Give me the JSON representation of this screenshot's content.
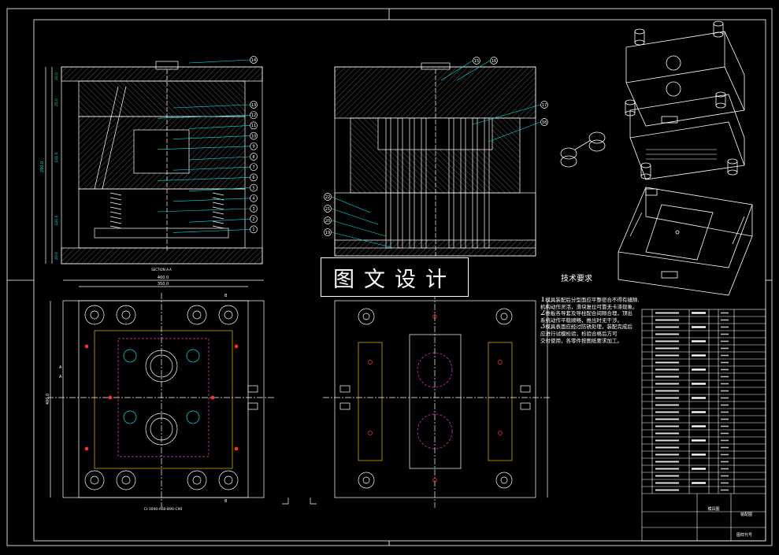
{
  "sheet": {
    "background": "#000000",
    "line_color": "#ffffff",
    "accent_cyan": "#00e5e5",
    "accent_magenta": "#ff33cc",
    "accent_yellow": "#e0c000",
    "accent_red": "#ff3030"
  },
  "watermark": {
    "text": "图文设计"
  },
  "section_view": {
    "title": "SECTION A-A",
    "dims": [
      "20.0",
      "25.0",
      "141.0",
      "120.0",
      "20.0"
    ],
    "total": "290.0",
    "balloons": [
      "14",
      "13",
      "12",
      "11",
      "10",
      "9",
      "8",
      "7",
      "6",
      "5",
      "4",
      "3",
      "2",
      "1"
    ]
  },
  "side_view": {
    "balloons_right": [
      "15",
      "16",
      "17",
      "18"
    ],
    "balloons_left": [
      "22",
      "21",
      "20",
      "19"
    ]
  },
  "plan_view": {
    "dim_400": "400.0",
    "dim_350": "350.0",
    "dim_left": "400.0",
    "caption": "CI-3040-A60-B90-C90",
    "markers": [
      "A",
      "A",
      "B",
      "B"
    ]
  },
  "tech_requirements": {
    "title": "技术要求",
    "lines": [
      {
        "n": "1",
        "text": "模具装配后分型面应平整密合不得有缝隙，侧抽芯"
      },
      {
        "n": "",
        "text": "机构动作灵活，滑块复位可靠无卡滞现象。"
      },
      {
        "n": "2",
        "text": "推板各导套及导柱配合间隙合理，顶出"
      },
      {
        "n": "",
        "text": "系统动作平稳顺畅，推出时无干涉。"
      },
      {
        "n": "3",
        "text": "模具表面应经过防锈处理，装配完成后"
      },
      {
        "n": "",
        "text": "应进行试模检验，检验合格后方可"
      },
      {
        "n": "",
        "text": "交付使用，各零件按图纸要求加工。"
      }
    ]
  },
  "title_block": {
    "row_count": 26,
    "drawing_name": "模具图",
    "material_label": "装配图",
    "drawing_number_label": "图样代号"
  }
}
